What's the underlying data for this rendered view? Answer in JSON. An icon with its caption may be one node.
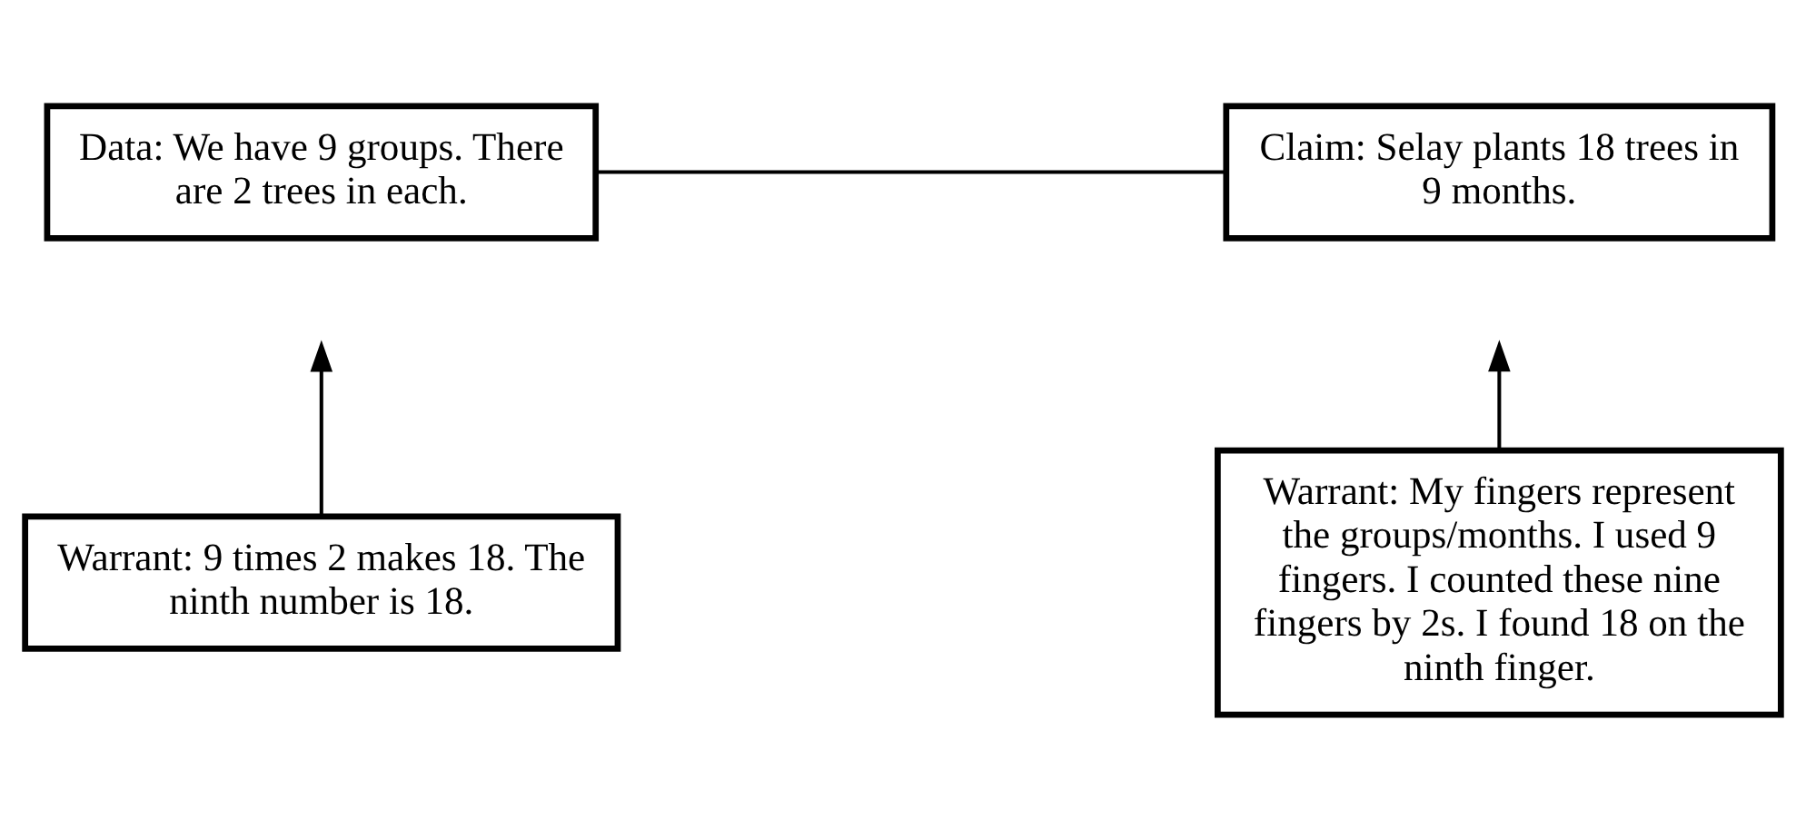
{
  "diagram": {
    "nodes": [
      {
        "text": [
          "Data: We have 9 groups. There are 2 trees in each."
        ]
      },
      {
        "text": [
          "Claim: Selay plants 18 trees in 9 months."
        ]
      },
      {
        "text": [
          "Warrant: 9 times 2 makes 18. The ninth number is 18."
        ]
      },
      {
        "text": [
          "Warrant: My fingers represent the groups/months. I used 9 fingers. I counted these nine fingers by 2s. I found 18 on the ninth finger."
        ]
      }
    ],
    "edges": [
      {
        "from": 0,
        "to": 1,
        "arrow": "none"
      },
      {
        "from": 2,
        "to": null,
        "arrow": "to"
      },
      {
        "from": 3,
        "to": null,
        "arrow": "to"
      }
    ]
  }
}
